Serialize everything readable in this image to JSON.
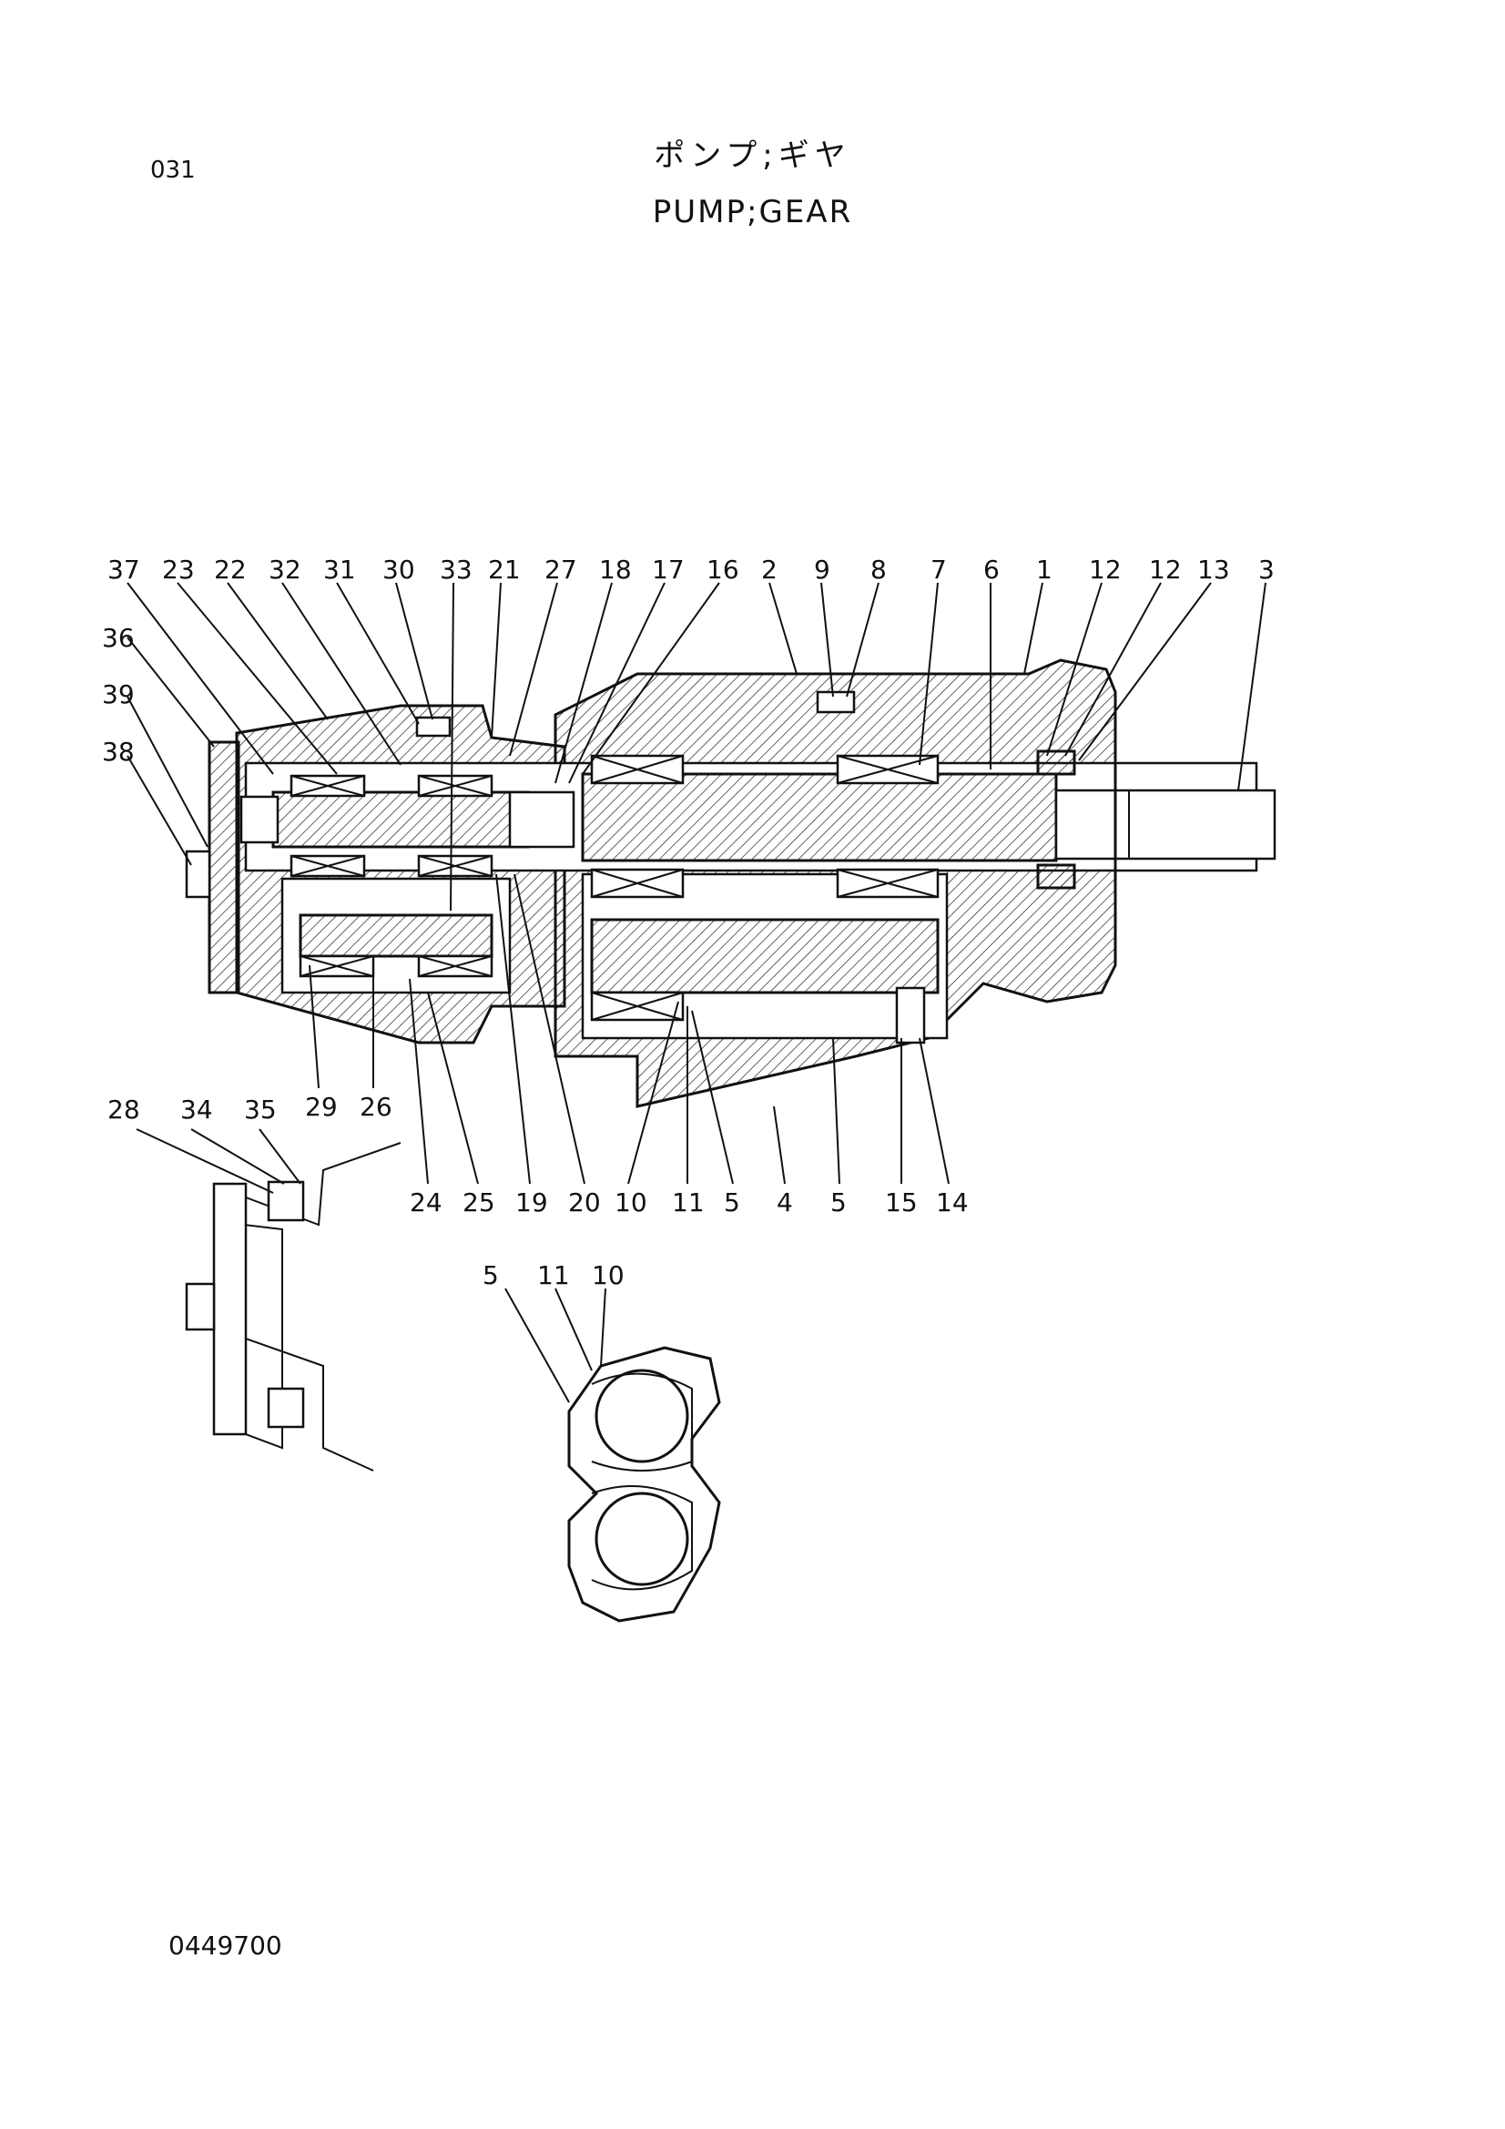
{
  "header": {
    "page_code": "031",
    "title_jp": "ポンプ;ギヤ",
    "title_en": "PUMP;GEAR"
  },
  "footer": {
    "document_number": "0449700"
  },
  "callouts": {
    "main_top": [
      "37",
      "23",
      "22",
      "32",
      "31",
      "30",
      "33",
      "21",
      "27",
      "18",
      "17",
      "16",
      "2",
      "9",
      "8",
      "7",
      "6",
      "1",
      "12",
      "12",
      "13",
      "3"
    ],
    "main_left": [
      "36",
      "39",
      "38"
    ],
    "main_mid": [
      "29",
      "26"
    ],
    "main_bottom": [
      "24",
      "25",
      "19",
      "20",
      "10",
      "11",
      "5",
      "4",
      "5",
      "15",
      "14"
    ],
    "detail_bolts": [
      "28",
      "34",
      "35"
    ],
    "detail_plate": [
      "5",
      "11",
      "10"
    ]
  }
}
